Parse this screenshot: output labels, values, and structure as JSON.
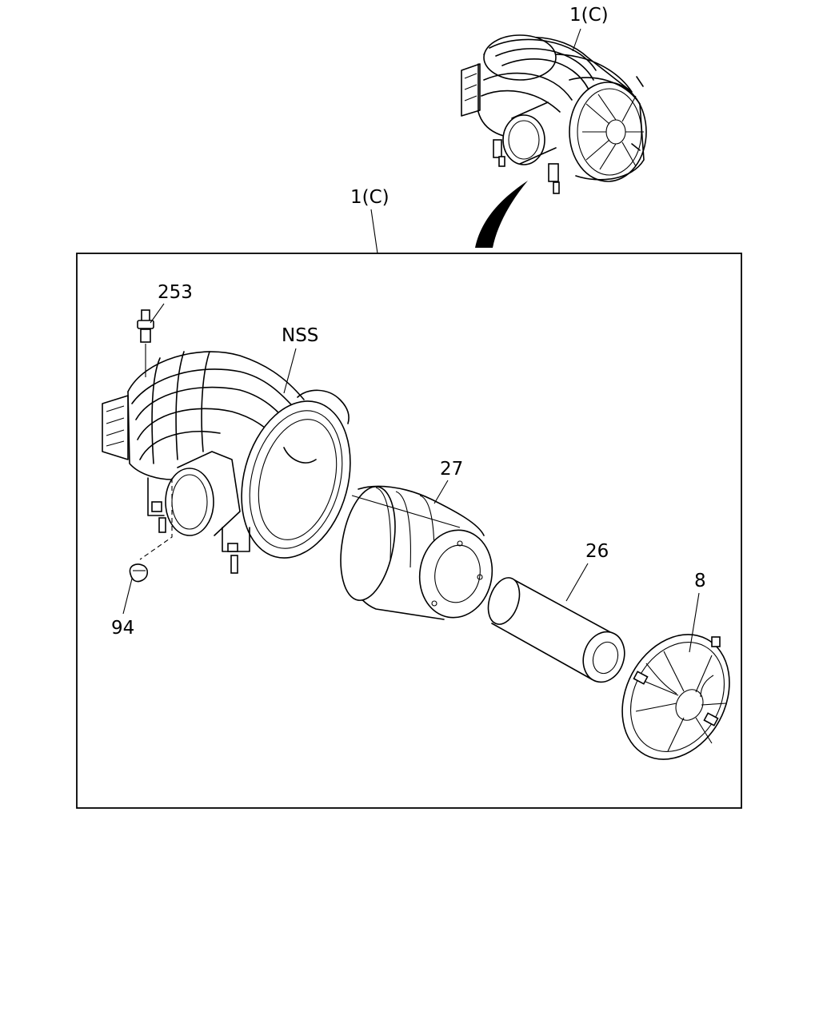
{
  "callouts": {
    "overview_assembly": "1(C)",
    "exploded_assembly": "1(C)",
    "breather_connector": "253",
    "housing_body": "NSS",
    "primary_element": "27",
    "safety_element": "26",
    "end_cover": "8",
    "dust_valve": "94"
  }
}
